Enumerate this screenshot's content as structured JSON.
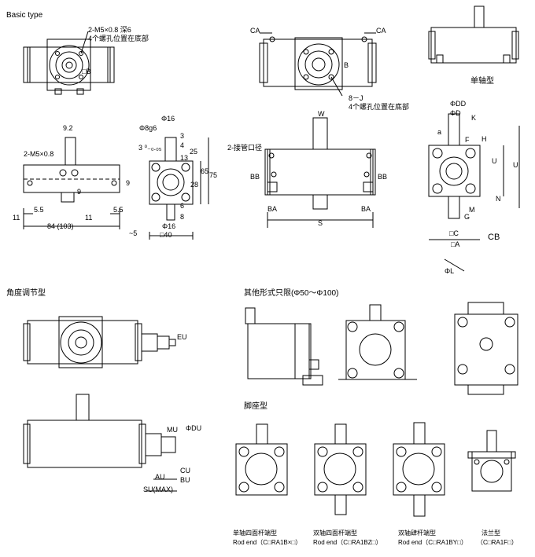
{
  "headers": {
    "basic_type": "Basic type",
    "single_shaft": "单轴型",
    "angle_adjust": "角度调节型",
    "others_limit": "其他形式只限(Φ50～Φ100)",
    "foot_type": "脚座型"
  },
  "basic_view": {
    "screw_note_1": "2-M5×0.8 深6",
    "screw_note_2": "4个螺孔位置在底部",
    "square_b": "□B",
    "dim_9_2": "9.2",
    "m5_side": "2-M5×0.8",
    "dim_5_5_left": "5.5",
    "dim_5_5_right": "5.5",
    "dim_11_left": "11",
    "dim_11_right": "11",
    "dim_84": "84 (103)",
    "dim_9": "9",
    "dim_phi16_top": "Φ16",
    "dim_phi8": "Φ8g6",
    "dim_3": "3",
    "dim_3_tol": "3 ⁰₋₀.₀₅",
    "dim_4": "4",
    "dim_13": "13",
    "dim_25": "25",
    "dim_28": "28",
    "dim_65": "65",
    "dim_75": "75",
    "dim_6": "6",
    "dim_8": "8",
    "dim_phi16_bot": "Φ16",
    "dim_5": "~5",
    "dim_40": "□40",
    "dim_9_side": "9"
  },
  "main_view": {
    "ca_left": "CA",
    "ca_right": "CA",
    "b": "B",
    "eight_j": "8－J",
    "eight_j_note": "4个螺孔位置在底部",
    "w": "W",
    "port_label": "2-接管口径",
    "bb_left": "BB",
    "bb_right": "BB",
    "ba_left": "BA",
    "ba_right": "BA",
    "s": "S"
  },
  "single_shaft_view": {
    "phi_dd": "ΦDD",
    "phi_d": "ΦD",
    "a": "a",
    "f": "F",
    "k": "K",
    "h": "H",
    "u_inner": "U",
    "u_outer": "U",
    "n": "N",
    "m": "M",
    "g": "G",
    "c": "□C",
    "cb": "CB",
    "a_sq": "□A",
    "phi_l": "ΦL"
  },
  "angle_view": {
    "eu": "EU",
    "mu": "MU",
    "phi_du": "ΦDU",
    "au": "AU",
    "cu": "CU",
    "bu": "BU",
    "su": "SU(MAX)"
  },
  "foot_captions": [
    {
      "line1": "单轴四面杆端型",
      "line2": "Rod end（C□RA1B×□）"
    },
    {
      "line1": "双轴四面杆端型",
      "line2": "Rod end（C□RA1BZ□）"
    },
    {
      "line1": "双轴肆杆端型",
      "line2": "Rod end（C□RA1BY□）"
    },
    {
      "line1": "法兰型",
      "line2": "（C□RA1F□）"
    }
  ]
}
